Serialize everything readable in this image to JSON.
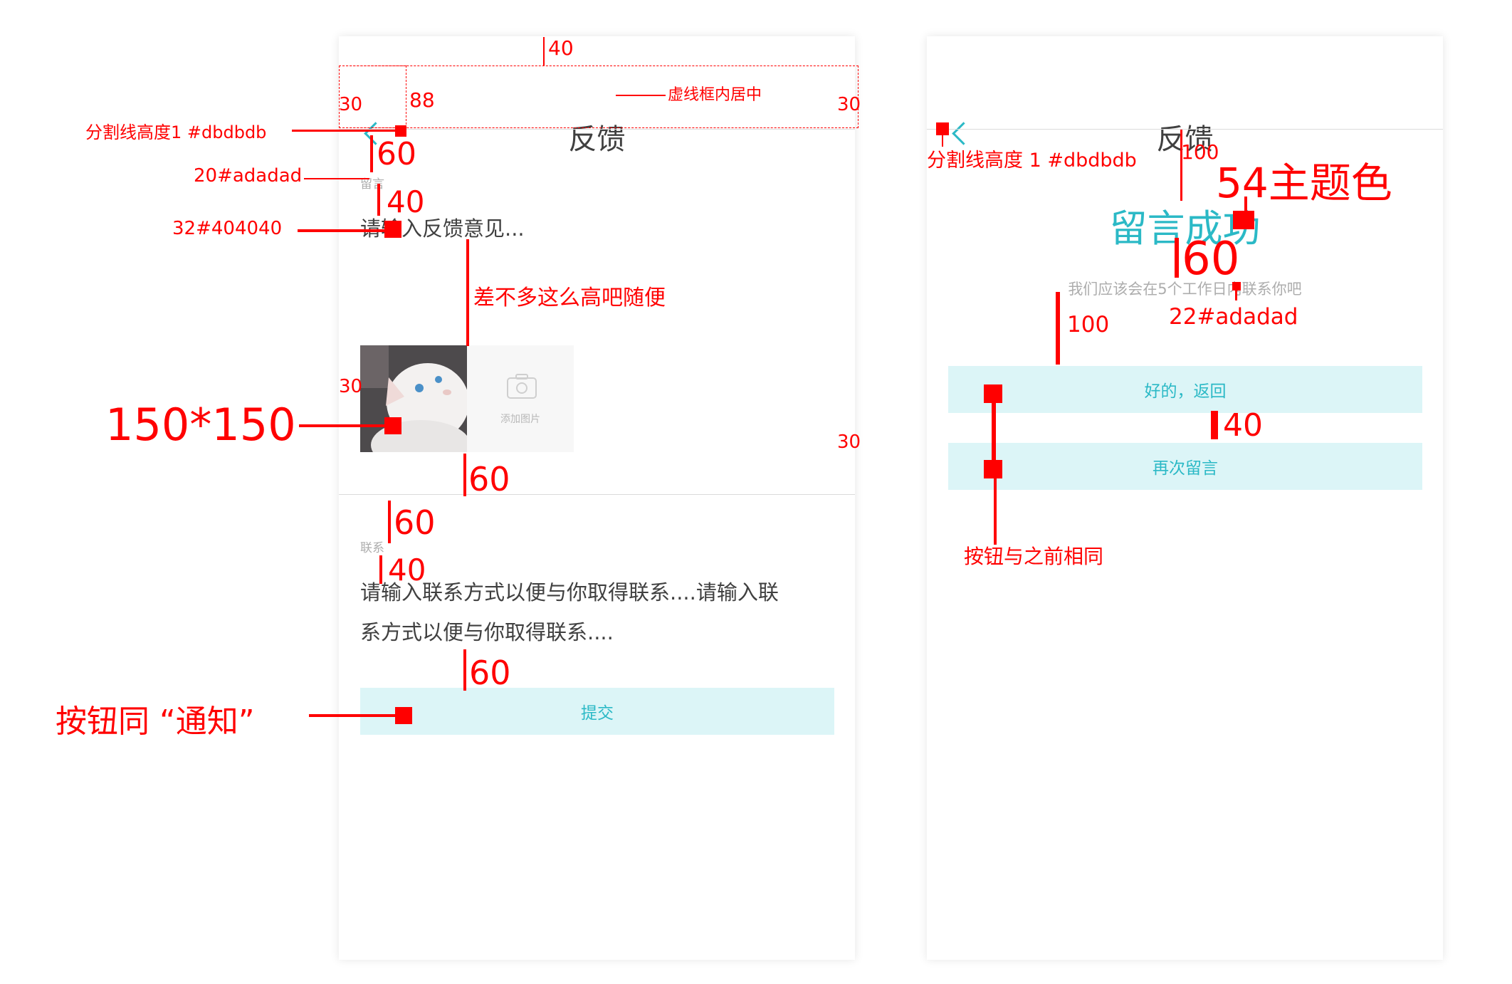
{
  "left_screen": {
    "header": {
      "title": "反馈"
    },
    "message": {
      "label": "留言",
      "placeholder": "请输入反馈意见..."
    },
    "images": {
      "add_label": "添加图片"
    },
    "contact": {
      "label": "联系",
      "placeholder_line1": "请输入联系方式以便与你取得联系....请输入联",
      "placeholder_line2": "系方式以便与你取得联系...."
    },
    "submit_label": "提交"
  },
  "right_screen": {
    "header": {
      "title": "反馈"
    },
    "success_title": "留言成功",
    "success_sub": "我们应该会在5个工作日内联系你吧",
    "back_button_label": "好的，返回",
    "again_button_label": "再次留言"
  },
  "annotations": {
    "top_40": "40",
    "left_30": "30",
    "height_88": "88",
    "right_30": "30",
    "center_note": "虚线框内居中",
    "divider_note": "分割线高度1 #dbdbdb",
    "gap_60_a": "60",
    "label_style": "20#adadad",
    "gap_40_a": "40",
    "input_style": "32#404040",
    "height_note": "差不多这么高吧随便",
    "img_left_30": "30",
    "img_size": "150*150",
    "img_right_30": "30",
    "gap_60_b": "60",
    "gap_60_c": "60",
    "gap_40_b": "40",
    "gap_60_d": "60",
    "button_note": "按钮同 “通知”",
    "r_divider_note": "分割线高度 1 #dbdbdb",
    "r_gap_100_a": "100",
    "r_title_style": "54主题色",
    "r_gap_60": "60",
    "r_sub_style": "22#adadad",
    "r_gap_100_b": "100",
    "r_gap_40": "40",
    "r_button_note": "按钮与之前相同"
  },
  "colors": {
    "theme": "#2bb9c6",
    "button_bg": "#dcf5f7",
    "divider": "#dbdbdb",
    "label": "#adadad",
    "text": "#404040",
    "annotation": "#ff0000"
  }
}
